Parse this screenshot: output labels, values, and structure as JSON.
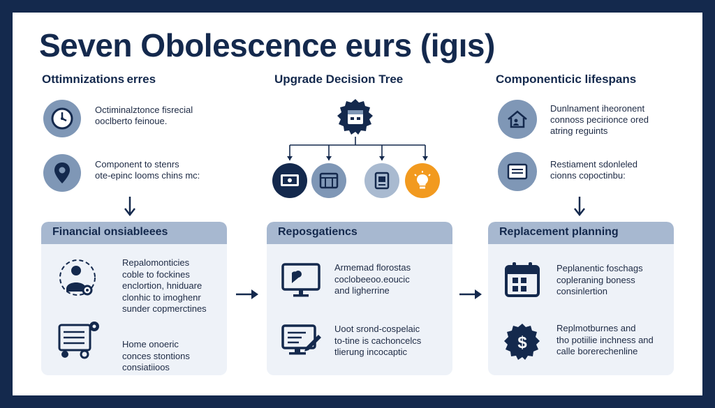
{
  "title": "Seven Obolescence eurs (igıs)",
  "sections": {
    "left": {
      "heading": "Ottimnizations erres",
      "items": [
        {
          "icon": "clock-icon",
          "lines": [
            "Octiminalztonce fisrecial",
            "ooclberto feinoue."
          ]
        },
        {
          "icon": "location-pin-icon",
          "lines": [
            "Component to stenrs",
            "ote-epinc looms chins mc:"
          ]
        }
      ]
    },
    "middle": {
      "heading": "Upgrade Decision Tree",
      "root_icon": "calendar-icon",
      "leaves": [
        "monitor-icon",
        "server-icon",
        "device-icon",
        "lightbulb-icon"
      ]
    },
    "right": {
      "heading": "Componenticic lifespans",
      "items": [
        {
          "icon": "house-icon",
          "lines": [
            "Dunlnament iheoronent",
            "connoss pecirionce ored",
            "atring reguints"
          ]
        },
        {
          "icon": "document-icon",
          "lines": [
            "Restiament sdonleled",
            "cionns copoctinbu:"
          ]
        }
      ]
    }
  },
  "panels": [
    {
      "heading": "Financial onsiableees",
      "items": [
        {
          "icon": "person-gear-icon",
          "lines": [
            "Repalomonticies",
            "coble to fockines",
            "enclortion, hniduare",
            "clonhic to imoghenr",
            "sunder copmerctines"
          ]
        },
        {
          "icon": "machine-gear-icon",
          "lines": [
            "Home onoeric",
            "conces stontions",
            "consiatiioos"
          ]
        }
      ]
    },
    {
      "heading": "Repoѕgatiencs",
      "items": [
        {
          "icon": "monitor-icon",
          "lines": [
            "Armemad florostas",
            "coclobeeoo.eoucic",
            "and ligherrine"
          ]
        },
        {
          "icon": "monitor-edit-icon",
          "lines": [
            "Uoot srond-cospelaic",
            "to-tine is cachoncelcs",
            "tlierung incocaptic"
          ]
        }
      ]
    },
    {
      "heading": "Replacement planning",
      "items": [
        {
          "icon": "calendar-icon",
          "lines": [
            "Peplanentic foschags",
            "copleraning boness",
            "consinlertion"
          ]
        },
        {
          "icon": "dollar-badge-icon",
          "lines": [
            "Replmotburnes and",
            "tho potiilie inchness and",
            "calle borerechenline"
          ]
        }
      ]
    }
  ],
  "colors": {
    "navy": "#14294d",
    "slate": "#7f97b6",
    "light_slate": "#a9bad0",
    "panel_bg": "#eef2f8",
    "panel_head": "#a7b8d0",
    "orange": "#f29a1f"
  }
}
